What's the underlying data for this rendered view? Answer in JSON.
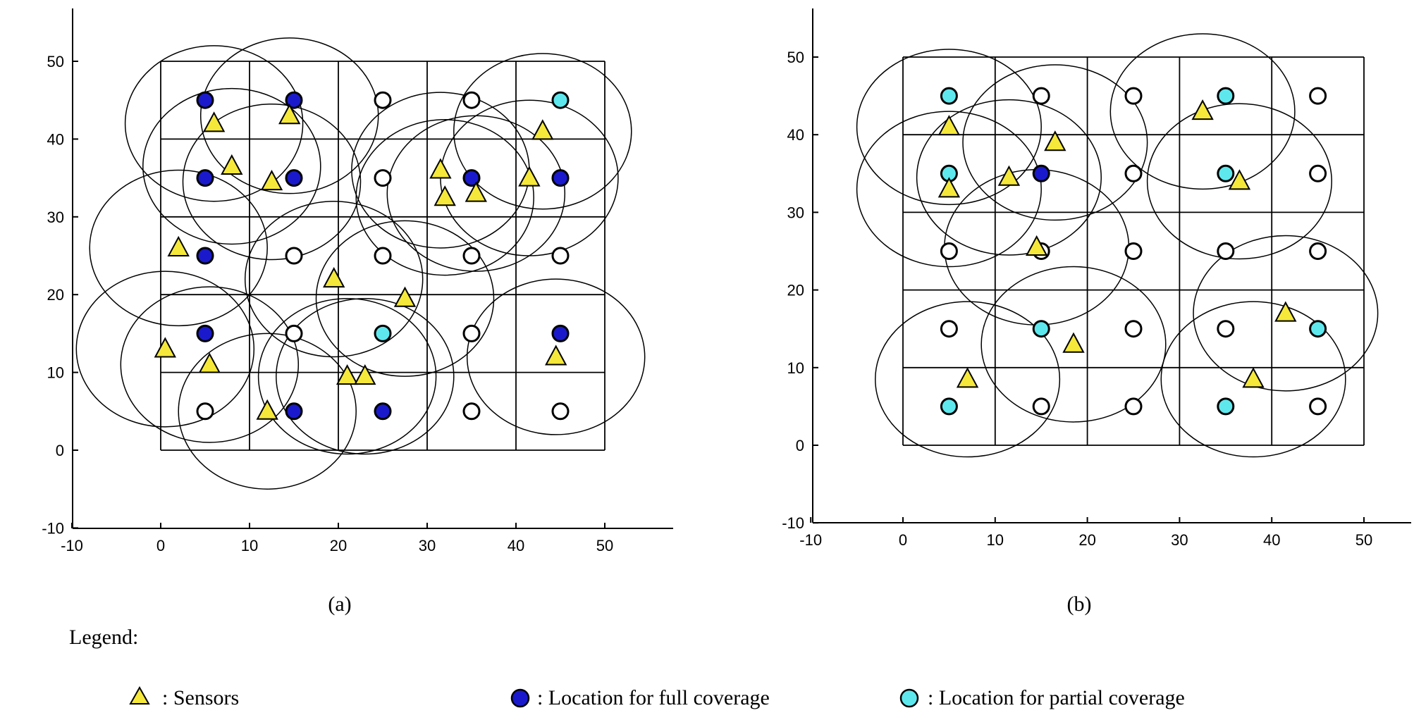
{
  "legend": {
    "title": "Legend:",
    "items": [
      {
        "symbol": "triangle",
        "label": ": Sensors",
        "color": "#f5e83a"
      },
      {
        "symbol": "circle",
        "label": ": Location for full coverage",
        "color": "#1a1acc"
      },
      {
        "symbol": "circle",
        "label": ": Location for partial coverage",
        "color": "#5ee8ee"
      }
    ]
  },
  "colors": {
    "sensor": "#f5e83a",
    "full": "#1a1acc",
    "partial": "#5ee8ee",
    "empty": "#ffffff",
    "stroke": "#000000"
  },
  "chart_data": [
    {
      "type": "scatter",
      "caption": "(a)",
      "xlim": [
        -10,
        57
      ],
      "ylim": [
        -10,
        57
      ],
      "xticks": [
        -10,
        0,
        10,
        20,
        30,
        40,
        50
      ],
      "yticks": [
        -10,
        0,
        10,
        20,
        30,
        40,
        50
      ],
      "grid_cells": {
        "x": [
          0,
          50
        ],
        "y": [
          0,
          50
        ],
        "step": 10
      },
      "sensor_radius": 10,
      "sensors": [
        [
          6,
          42
        ],
        [
          14.5,
          43
        ],
        [
          8,
          36.5
        ],
        [
          12.5,
          34.5
        ],
        [
          2,
          26
        ],
        [
          0.5,
          13
        ],
        [
          5.5,
          11
        ],
        [
          12,
          5
        ],
        [
          19.5,
          22
        ],
        [
          27.5,
          19.5
        ],
        [
          21,
          9.5
        ],
        [
          23,
          9.5
        ],
        [
          31.5,
          36
        ],
        [
          32,
          32.5
        ],
        [
          35.5,
          33
        ],
        [
          43,
          41
        ],
        [
          41.5,
          35
        ],
        [
          44.5,
          12
        ]
      ],
      "locations": [
        {
          "x": 5,
          "y": 45,
          "status": "full"
        },
        {
          "x": 15,
          "y": 45,
          "status": "full"
        },
        {
          "x": 25,
          "y": 45,
          "status": "empty"
        },
        {
          "x": 35,
          "y": 45,
          "status": "empty"
        },
        {
          "x": 45,
          "y": 45,
          "status": "partial"
        },
        {
          "x": 5,
          "y": 35,
          "status": "full"
        },
        {
          "x": 15,
          "y": 35,
          "status": "full"
        },
        {
          "x": 25,
          "y": 35,
          "status": "empty"
        },
        {
          "x": 35,
          "y": 35,
          "status": "full"
        },
        {
          "x": 45,
          "y": 35,
          "status": "full"
        },
        {
          "x": 5,
          "y": 25,
          "status": "full"
        },
        {
          "x": 15,
          "y": 25,
          "status": "empty"
        },
        {
          "x": 25,
          "y": 25,
          "status": "empty"
        },
        {
          "x": 35,
          "y": 25,
          "status": "empty"
        },
        {
          "x": 45,
          "y": 25,
          "status": "empty"
        },
        {
          "x": 5,
          "y": 15,
          "status": "full"
        },
        {
          "x": 15,
          "y": 15,
          "status": "empty"
        },
        {
          "x": 25,
          "y": 15,
          "status": "partial"
        },
        {
          "x": 35,
          "y": 15,
          "status": "empty"
        },
        {
          "x": 45,
          "y": 15,
          "status": "full"
        },
        {
          "x": 5,
          "y": 5,
          "status": "empty"
        },
        {
          "x": 15,
          "y": 5,
          "status": "full"
        },
        {
          "x": 25,
          "y": 5,
          "status": "full"
        },
        {
          "x": 35,
          "y": 5,
          "status": "empty"
        },
        {
          "x": 45,
          "y": 5,
          "status": "empty"
        }
      ]
    },
    {
      "type": "scatter",
      "caption": "(b)",
      "xlim": [
        -10,
        57
      ],
      "ylim": [
        -10,
        57
      ],
      "xticks": [
        -10,
        0,
        10,
        20,
        30,
        40,
        50
      ],
      "yticks": [
        -10,
        0,
        10,
        20,
        30,
        40,
        50
      ],
      "grid_cells": {
        "x": [
          0,
          50
        ],
        "y": [
          0,
          50
        ],
        "step": 10
      },
      "sensor_radius": 10,
      "sensors": [
        [
          5,
          41
        ],
        [
          5,
          33
        ],
        [
          11.5,
          34.5
        ],
        [
          16.5,
          39
        ],
        [
          14.5,
          25.5
        ],
        [
          18.5,
          13
        ],
        [
          7,
          8.5
        ],
        [
          32.5,
          43
        ],
        [
          36.5,
          34
        ],
        [
          41.5,
          17
        ],
        [
          38,
          8.5
        ]
      ],
      "locations": [
        {
          "x": 5,
          "y": 45,
          "status": "partial"
        },
        {
          "x": 15,
          "y": 45,
          "status": "empty"
        },
        {
          "x": 25,
          "y": 45,
          "status": "empty"
        },
        {
          "x": 35,
          "y": 45,
          "status": "partial"
        },
        {
          "x": 45,
          "y": 45,
          "status": "empty"
        },
        {
          "x": 5,
          "y": 35,
          "status": "partial"
        },
        {
          "x": 15,
          "y": 35,
          "status": "full"
        },
        {
          "x": 25,
          "y": 35,
          "status": "empty"
        },
        {
          "x": 35,
          "y": 35,
          "status": "partial"
        },
        {
          "x": 45,
          "y": 35,
          "status": "empty"
        },
        {
          "x": 5,
          "y": 25,
          "status": "empty"
        },
        {
          "x": 15,
          "y": 25,
          "status": "empty"
        },
        {
          "x": 25,
          "y": 25,
          "status": "empty"
        },
        {
          "x": 35,
          "y": 25,
          "status": "empty"
        },
        {
          "x": 45,
          "y": 25,
          "status": "empty"
        },
        {
          "x": 5,
          "y": 15,
          "status": "empty"
        },
        {
          "x": 15,
          "y": 15,
          "status": "partial"
        },
        {
          "x": 25,
          "y": 15,
          "status": "empty"
        },
        {
          "x": 35,
          "y": 15,
          "status": "empty"
        },
        {
          "x": 45,
          "y": 15,
          "status": "partial"
        },
        {
          "x": 5,
          "y": 5,
          "status": "partial"
        },
        {
          "x": 15,
          "y": 5,
          "status": "empty"
        },
        {
          "x": 25,
          "y": 5,
          "status": "empty"
        },
        {
          "x": 35,
          "y": 5,
          "status": "partial"
        },
        {
          "x": 45,
          "y": 5,
          "status": "empty"
        }
      ]
    }
  ]
}
